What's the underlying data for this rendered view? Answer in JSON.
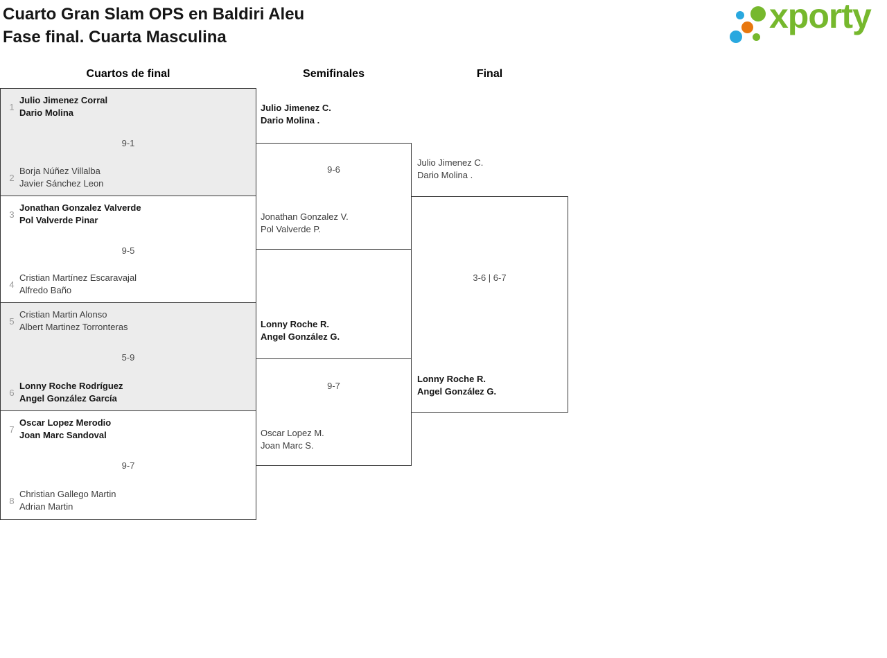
{
  "header": {
    "title_line1": "Cuarto Gran Slam OPS en Baldiri Aleu",
    "title_line2": "Fase final. Cuarta Masculina",
    "logo_text": "xporty",
    "brand_colors": {
      "green": "#76b82d",
      "blue": "#29a8df",
      "orange": "#e8770e"
    }
  },
  "round_headers": {
    "quarterfinals": "Cuartos de final",
    "semifinals": "Semifinales",
    "final": "Final"
  },
  "bracket": {
    "quarterfinals": [
      {
        "seed_top": "1",
        "top_line1": "Julio Jimenez Corral",
        "top_line2": "Dario Molina",
        "top_winner": true,
        "score": "9-1",
        "seed_bottom": "2",
        "bottom_line1": "Borja Núñez Villalba",
        "bottom_line2": "Javier Sánchez Leon",
        "bottom_winner": false
      },
      {
        "seed_top": "3",
        "top_line1": "Jonathan Gonzalez Valverde",
        "top_line2": "Pol Valverde Pinar",
        "top_winner": true,
        "score": "9-5",
        "seed_bottom": "4",
        "bottom_line1": "Cristian Martínez Escaravajal",
        "bottom_line2": "Alfredo Baño",
        "bottom_winner": false
      },
      {
        "seed_top": "5",
        "top_line1": "Cristian Martin Alonso",
        "top_line2": "Albert Martinez Torronteras",
        "top_winner": false,
        "score": "5-9",
        "seed_bottom": "6",
        "bottom_line1": "Lonny Roche Rodríguez",
        "bottom_line2": "Angel González García",
        "bottom_winner": true
      },
      {
        "seed_top": "7",
        "top_line1": "Oscar Lopez Merodio",
        "top_line2": "Joan Marc Sandoval",
        "top_winner": true,
        "score": "9-7",
        "seed_bottom": "8",
        "bottom_line1": "Christian Gallego Martin",
        "bottom_line2": "Adrian Martin",
        "bottom_winner": false
      }
    ],
    "semifinals": [
      {
        "top_line1": "Julio Jimenez C.",
        "top_line2": "Dario Molina .",
        "top_winner": true,
        "score": "9-6",
        "bottom_line1": "Jonathan Gonzalez V.",
        "bottom_line2": "Pol Valverde P.",
        "bottom_winner": false
      },
      {
        "top_line1": "Lonny Roche R.",
        "top_line2": "Angel González G.",
        "top_winner": true,
        "score": "9-7",
        "bottom_line1": "Oscar Lopez M.",
        "bottom_line2": "Joan Marc S.",
        "bottom_winner": false
      }
    ],
    "final": {
      "top_line1": "Julio Jimenez C.",
      "top_line2": "Dario Molina .",
      "top_winner": false,
      "score": "3-6 | 6-7",
      "bottom_line1": "Lonny Roche R.",
      "bottom_line2": "Angel González G.",
      "bottom_winner": true
    }
  }
}
